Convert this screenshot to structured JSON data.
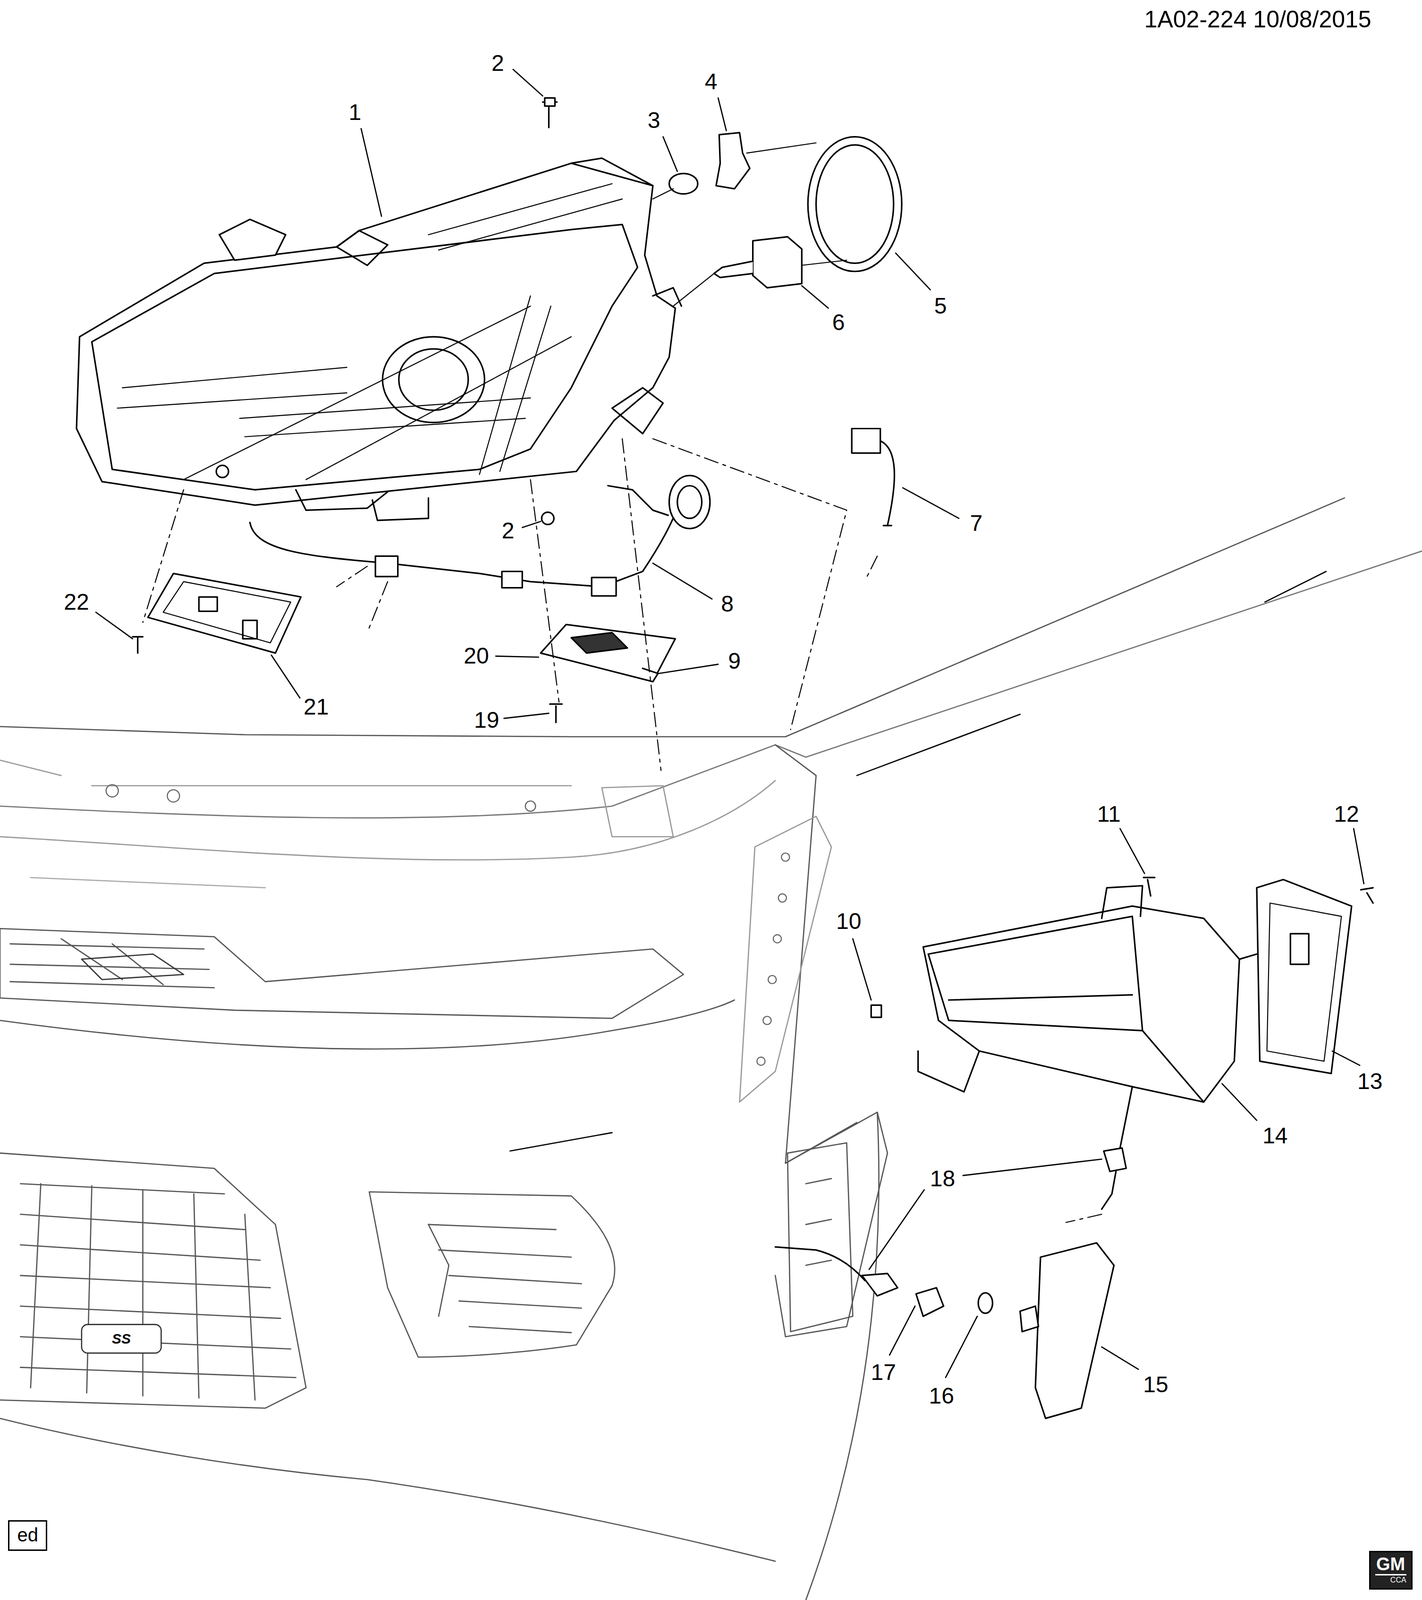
{
  "diagram": {
    "nodes": [
      {
        "text": [
          "ed"
        ]
      },
      {
        "text": [
          "GM",
          "CCA"
        ]
      }
    ],
    "edges": [],
    "labels": [
      "1A02-224 10/08/2015",
      "2",
      "4",
      "1",
      "3",
      "5",
      "6",
      "7",
      "2",
      "8",
      "22",
      "20",
      "9",
      "21",
      "19",
      "11",
      "12",
      "10",
      "13",
      "14",
      "18",
      "SS",
      "17",
      "16",
      "15"
    ]
  }
}
